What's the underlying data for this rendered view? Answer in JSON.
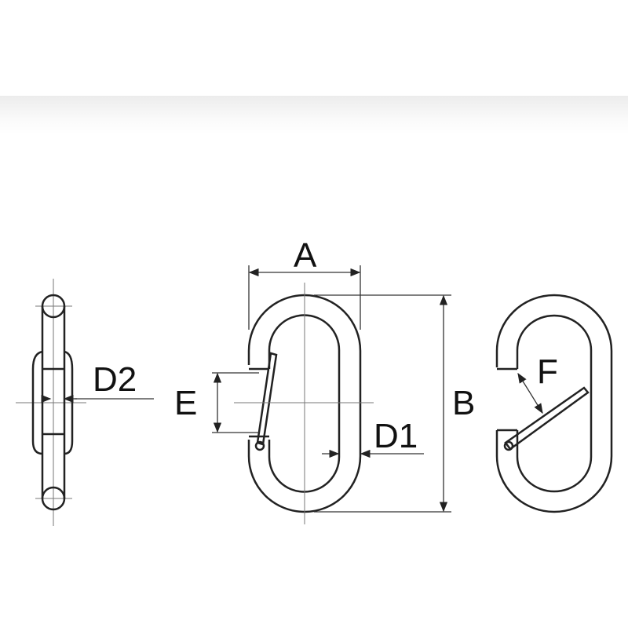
{
  "labels": {
    "a": "A",
    "b": "B",
    "d1": "D1",
    "d2": "D2",
    "e": "E",
    "f": "F"
  }
}
